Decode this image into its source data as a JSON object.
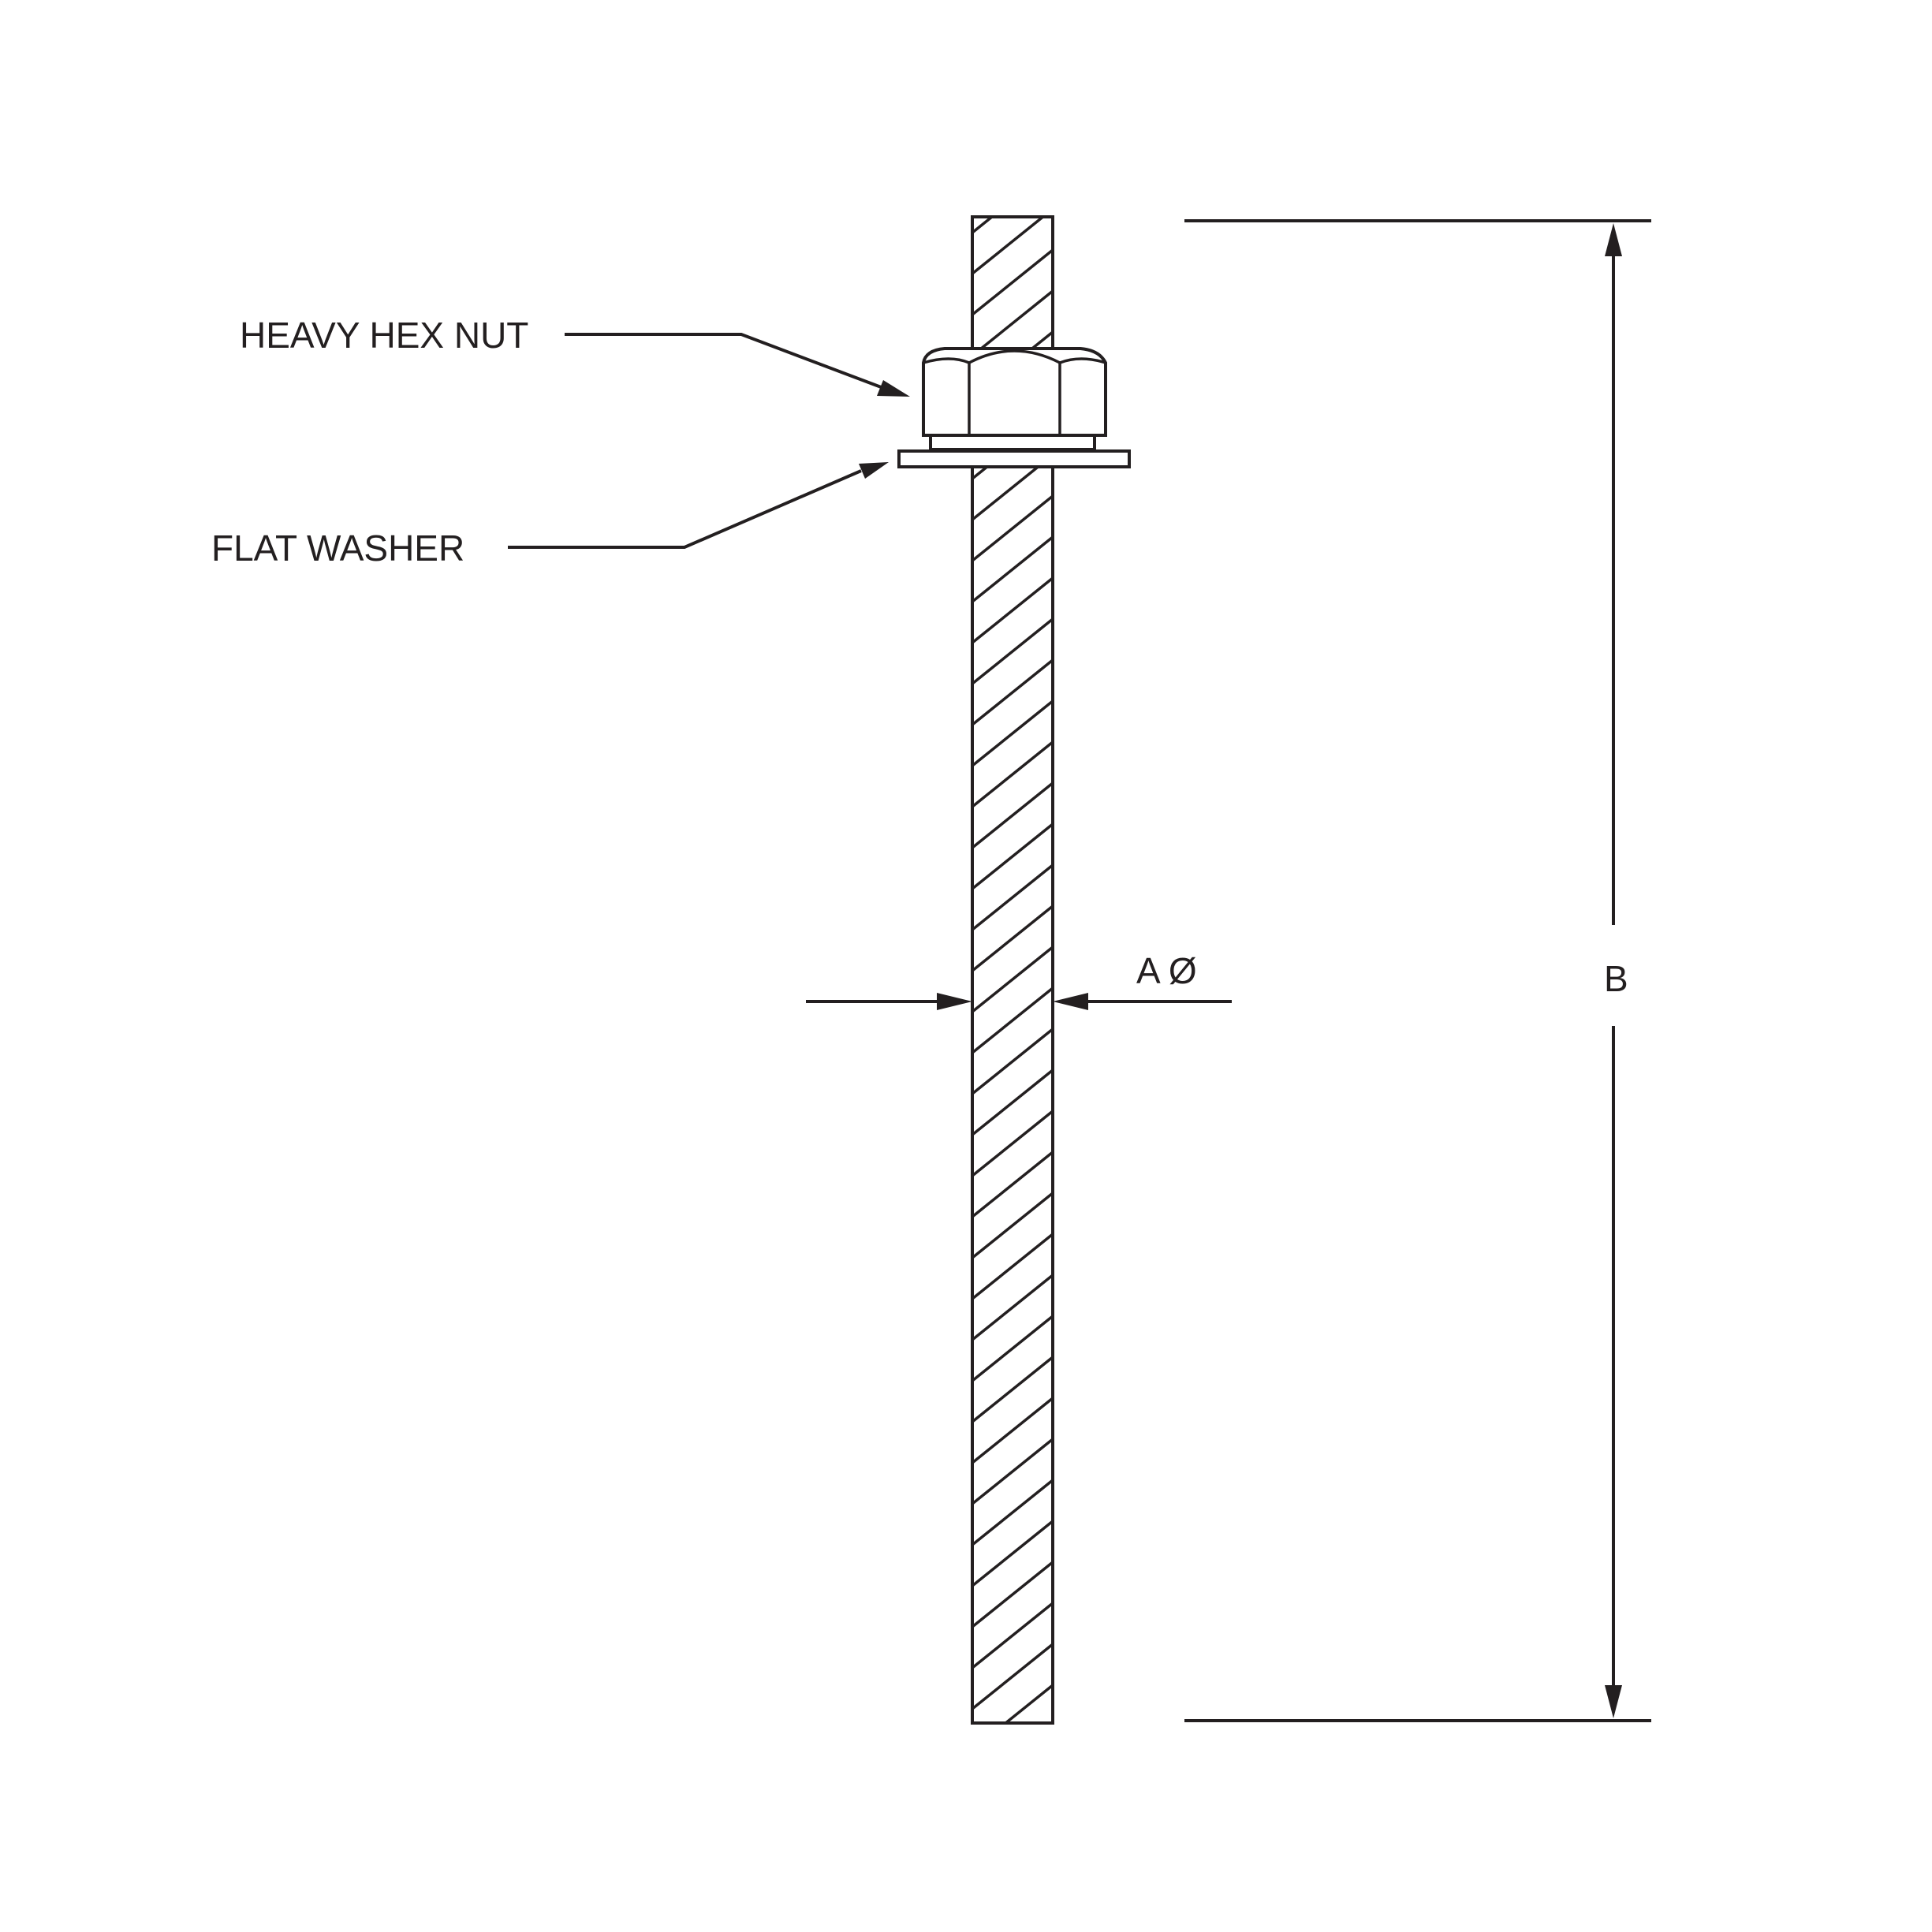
{
  "labels": {
    "heavy_hex_nut": "HEAVY HEX NUT",
    "flat_washer": "FLAT WASHER",
    "dim_a": "A Ø",
    "dim_b": "B"
  },
  "colors": {
    "line": "#231f20",
    "background": "#ffffff"
  }
}
